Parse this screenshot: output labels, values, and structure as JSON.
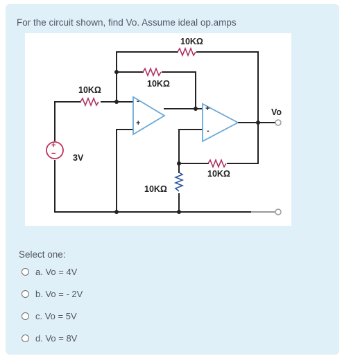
{
  "question": {
    "text": "For the circuit shown, find Vo.   Assume ideal op.amps"
  },
  "circuit": {
    "r_top_label": "10KΩ",
    "r_feedback_label": "10KΩ",
    "r_input_label": "10KΩ",
    "r_ground_label": "10KΩ",
    "r_vertical_label": "10KΩ",
    "source_label": "3V",
    "source_plus": "+",
    "source_minus": "−",
    "output_label": "Vo",
    "opamp1_minus": "-",
    "opamp1_plus": "+",
    "opamp2_plus": "+",
    "opamp2_minus": "-"
  },
  "answers": {
    "prompt": "Select one:",
    "options": [
      "a. Vo = 4V",
      "b. Vo = - 2V",
      "c. Vo = 5V",
      "d. Vo = 8V"
    ]
  }
}
